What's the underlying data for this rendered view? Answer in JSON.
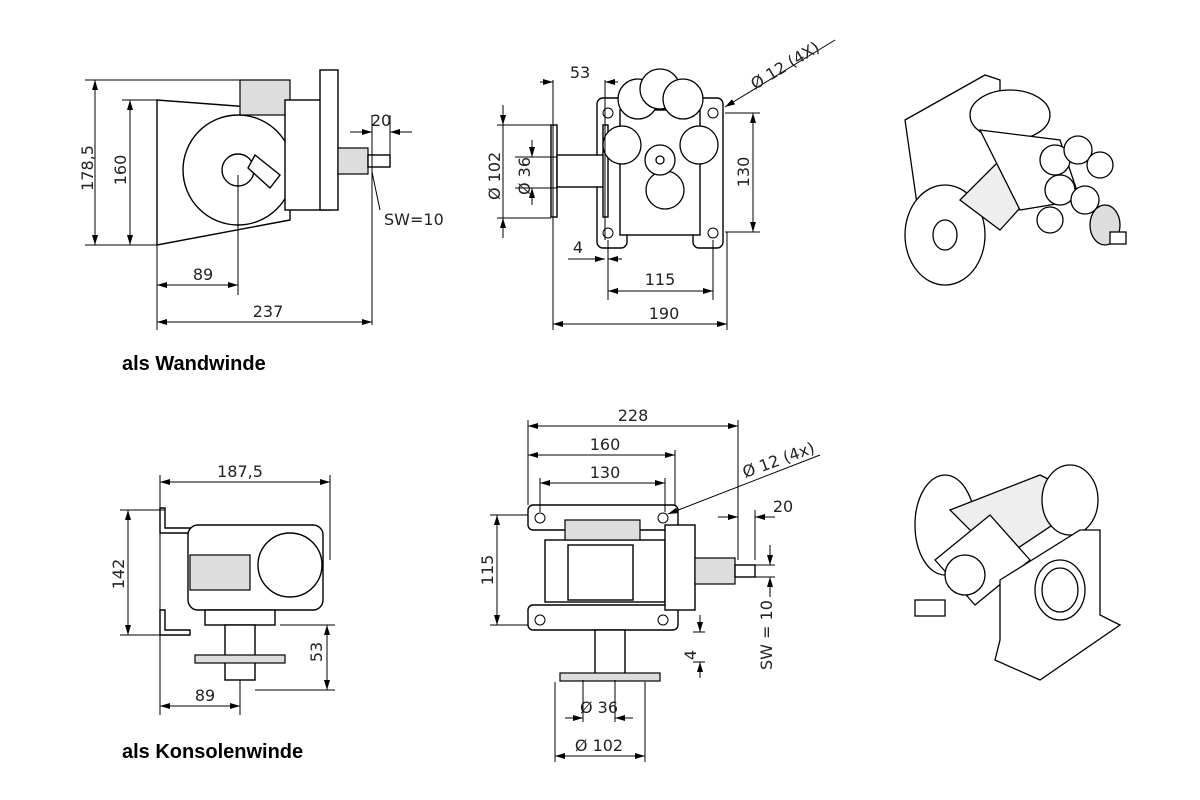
{
  "captions": {
    "wall": "als Wandwinde",
    "console": "als Konsolenwinde"
  },
  "wall_side_view": {
    "height_total": "178,5",
    "height_plate": "160",
    "shaft_length": "20",
    "wrench_size": "SW=10",
    "drum_offset": "89",
    "length_total": "237"
  },
  "wall_front_view": {
    "drum_width": "53",
    "hole_diameter": "Ø 12 (4X)",
    "flange_diameter": "Ø 102",
    "drum_diameter": "Ø 36",
    "hole_spacing_vertical": "130",
    "plate_thickness": "4",
    "hole_spacing_horizontal": "115",
    "width_total": "190"
  },
  "console_side_view": {
    "length_total": "187,5",
    "height": "142",
    "drum_drop": "53",
    "drum_offset": "89"
  },
  "console_front_view": {
    "length_total": "228",
    "plate_length": "160",
    "hole_spacing": "130",
    "hole_diameter": "Ø 12 (4x)",
    "shaft_length": "20",
    "height": "115",
    "plate_thickness": "4",
    "wrench_size": "SW = 10",
    "drum_diameter": "Ø 36",
    "flange_diameter": "Ø 102"
  }
}
